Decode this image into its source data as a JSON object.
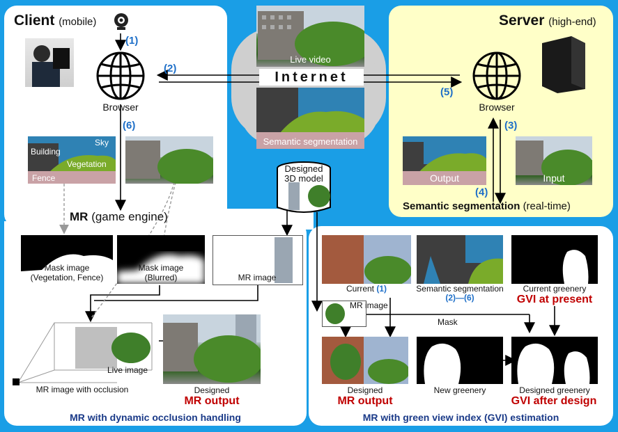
{
  "client": {
    "title": "Client",
    "subtitle": "(mobile)",
    "browser": "Browser"
  },
  "server": {
    "title": "Server",
    "subtitle": "(high-end)",
    "browser": "Browser"
  },
  "internet": {
    "label": "Internet",
    "live_video": "Live video",
    "semantic_segmentation": "Semantic segmentation"
  },
  "steps": {
    "s1": "(1)",
    "s2": "(2)",
    "s3": "(3)",
    "s4": "(4)",
    "s5": "(5)",
    "s6": "(6)"
  },
  "seg_labels": {
    "sky": "Sky",
    "building": "Building",
    "vegetation": "Vegetation",
    "fence": "Fence"
  },
  "server_panel": {
    "output": "Output",
    "input": "Input",
    "caption": "Semantic segmentation",
    "caption_sub": "(real-time)"
  },
  "model": {
    "label_line1": "Designed",
    "label_line2": "3D model"
  },
  "mr": {
    "title": "MR",
    "title_sub": "(game engine)",
    "mask1_l1": "Mask image",
    "mask1_l2": "(Vegetation, Fence)",
    "mask2_l1": "Mask image",
    "mask2_l2": "(Blurred)",
    "mr_image": "MR image",
    "live_image": "Live image",
    "mr_with_occlusion": "MR image with occlusion",
    "designed": "Designed",
    "mr_output": "MR output",
    "caption": "MR with dynamic occlusion handling"
  },
  "gvi": {
    "current": "Current",
    "current_step": "(1)",
    "semseg": "Semantic segmentation",
    "semseg_steps": "(2)—(6)",
    "current_greenery": "Current greenery",
    "gvi_present": "GVI at present",
    "mr_image": "MR image",
    "mask": "Mask",
    "designed": "Designed",
    "mr_output": "MR output",
    "new_greenery": "New greenery",
    "designed_greenery": "Designed greenery",
    "gvi_after": "GVI after design",
    "caption": "MR with green view index (GVI) estimation"
  },
  "colors": {
    "blue_bg": "#1a9ee6",
    "server_bg": "#ffffc8",
    "red": "#c00000",
    "step_blue": "#1e6fc8",
    "caption_blue": "#1a3a88"
  }
}
